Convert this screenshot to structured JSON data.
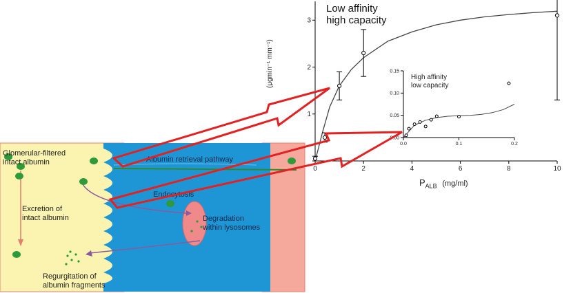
{
  "diagram": {
    "labels": {
      "glomerular": [
        "Glomerular-filtered",
        "intact albumin"
      ],
      "excretion": [
        "Excretion of",
        "intact albumin"
      ],
      "regurgitation": [
        "Regurgitation of",
        "albumin fragments"
      ],
      "retrieval": "Albumin retrieval pathway",
      "endocytosis": "Endocytosis",
      "degradation": [
        "Degradation",
        "within lysosomes"
      ]
    }
  },
  "chart_data": [
    {
      "type": "scatter",
      "title": [
        "Low affinity",
        "high capacity"
      ],
      "xlabel": "P",
      "xlabel_sub": "ALB",
      "xlabel_unit": "(mg/ml)",
      "ylabel": "(μgmin⁻¹ mm⁻¹)",
      "xlim": [
        0,
        10
      ],
      "ylim": [
        0,
        3.4
      ],
      "x_ticks": [
        "0",
        "2",
        "4",
        "6",
        "8",
        "10"
      ],
      "y_ticks": [
        "1",
        "2",
        "3"
      ],
      "x": [
        0,
        0.4,
        1,
        2,
        10
      ],
      "y": [
        0.05,
        0.5,
        1.6,
        2.3,
        3.1
      ],
      "error": [
        0.05,
        0.1,
        0.3,
        0.5,
        1.8
      ],
      "curve_x": [
        0,
        0.3,
        0.6,
        1,
        1.5,
        2,
        3,
        4,
        5,
        6,
        7,
        8,
        9,
        10
      ],
      "curve_y": [
        0,
        0.6,
        1.15,
        1.6,
        1.95,
        2.2,
        2.55,
        2.75,
        2.9,
        3.0,
        3.07,
        3.12,
        3.16,
        3.19
      ]
    },
    {
      "type": "scatter",
      "title": [
        "High affinity",
        "low capacity"
      ],
      "xlim": [
        0,
        0.2
      ],
      "ylim": [
        0,
        0.15
      ],
      "x_ticks": [
        "0.0",
        "0.1",
        "0.2"
      ],
      "y_ticks": [
        "0.00",
        "0.05",
        "0.10",
        "0.15"
      ],
      "x": [
        0.005,
        0.01,
        0.02,
        0.03,
        0.04,
        0.05,
        0.06,
        0.1,
        0.19
      ],
      "y": [
        0.005,
        0.02,
        0.03,
        0.035,
        0.025,
        0.04,
        0.048,
        0.047,
        0.122
      ],
      "curve_x": [
        0,
        0.02,
        0.04,
        0.06,
        0.08,
        0.1,
        0.12,
        0.14,
        0.16,
        0.18,
        0.2
      ],
      "curve_y": [
        0,
        0.028,
        0.039,
        0.045,
        0.048,
        0.049,
        0.05,
        0.052,
        0.056,
        0.063,
        0.075
      ]
    }
  ]
}
